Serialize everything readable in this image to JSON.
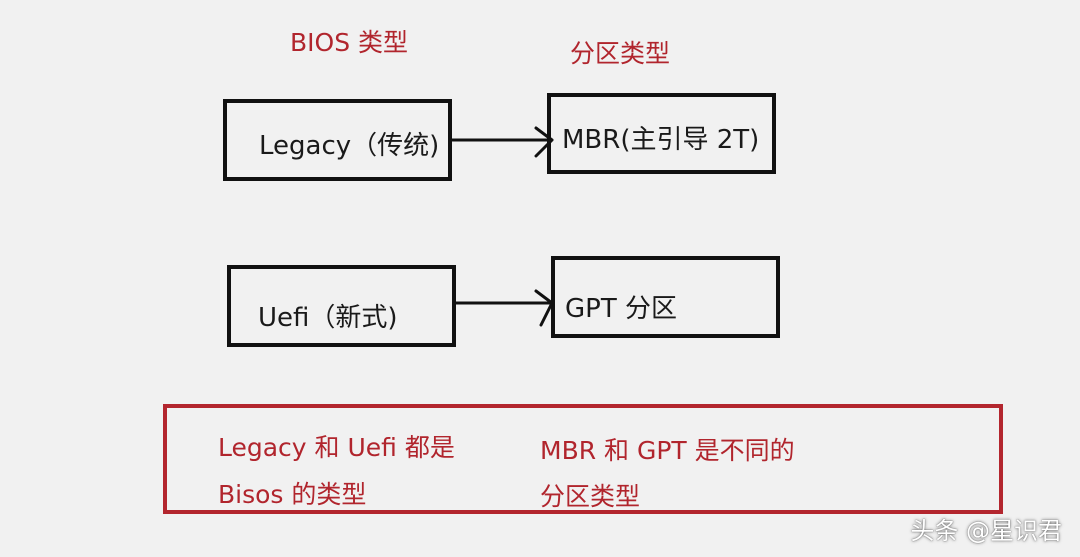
{
  "headings": {
    "bios_type": "BIOS 类型",
    "partition_type": "分区类型"
  },
  "boxes": {
    "legacy": "Legacy（传统)",
    "mbr": "MBR(主引导 2T)",
    "uefi": "Uefi（新式)",
    "gpt": "GPT 分区"
  },
  "note": {
    "left_line1": "Legacy 和 Uefi 都是",
    "left_line2": "Bisos 的类型",
    "right_line1": "MBR 和 GPT 是不同的",
    "right_line2": "分区类型"
  },
  "watermark": "头条 @星识君",
  "colors": {
    "accent_red": "#b1252d",
    "box_border": "#111111",
    "background": "#f1f1f1"
  }
}
